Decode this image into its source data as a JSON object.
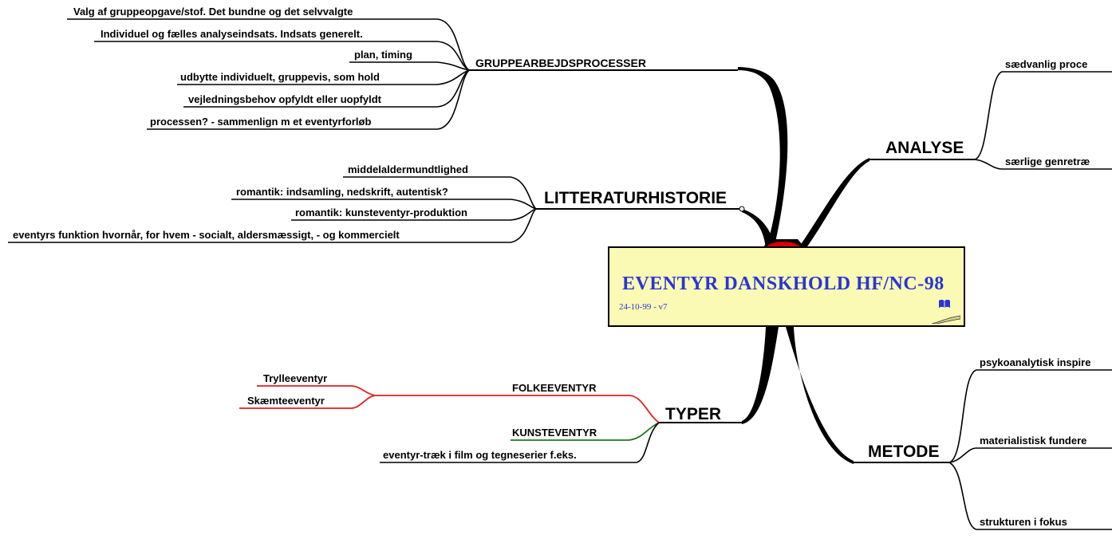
{
  "center": {
    "title": "EVENTYR DANSKHOLD HF/NC-98",
    "date": "24-10-99 - v7",
    "icon": "book-icon"
  },
  "branches": {
    "gruppearbejde": {
      "label": "GRUPPEARBEJDSPROCESSER",
      "items": [
        "Valg af gruppeopgave/stof. Det bundne og det selvvalgte",
        "Individuel og fælles analyseindsats. Indsats generelt.",
        "plan, timing",
        "udbytte individuelt, gruppevis, som hold",
        "vejledningsbehov opfyldt eller uopfyldt",
        "processen? - sammenlign m et eventyrforløb"
      ]
    },
    "litteraturhistorie": {
      "label": "LITTERATURHISTORIE",
      "items": [
        "middelaldermundtlighed",
        "romantik: indsamling, nedskrift, autentisk?",
        "romantik: kunsteventyr-produktion",
        "eventyrs funktion hvornår, for hvem - socialt, aldersmæssigt, - og kommercielt"
      ]
    },
    "typer": {
      "label": "TYPER",
      "folkeeventyr": {
        "label": "FOLKEEVENTYR",
        "items": [
          "Trylleeventyr",
          "Skæmteeventyr"
        ]
      },
      "kunsteventyr": {
        "label": "KUNSTEVENTYR"
      },
      "other": "eventyr-træk i film og tegneserier f.eks."
    },
    "analyse": {
      "label": "ANALYSE",
      "items": [
        "sædvanlig proce",
        "særlige genretræ"
      ]
    },
    "metode": {
      "label": "METODE",
      "items": [
        "psykoanalytisk inspire",
        "materialistisk fundere",
        "strukturen i fokus"
      ]
    }
  },
  "colors": {
    "line": "#000000",
    "folk_line": "#e02020",
    "kunst_line": "#1f7a1f",
    "center_fill": "#fafab4",
    "center_text": "#2a35d6",
    "node_red": "#d80000"
  }
}
